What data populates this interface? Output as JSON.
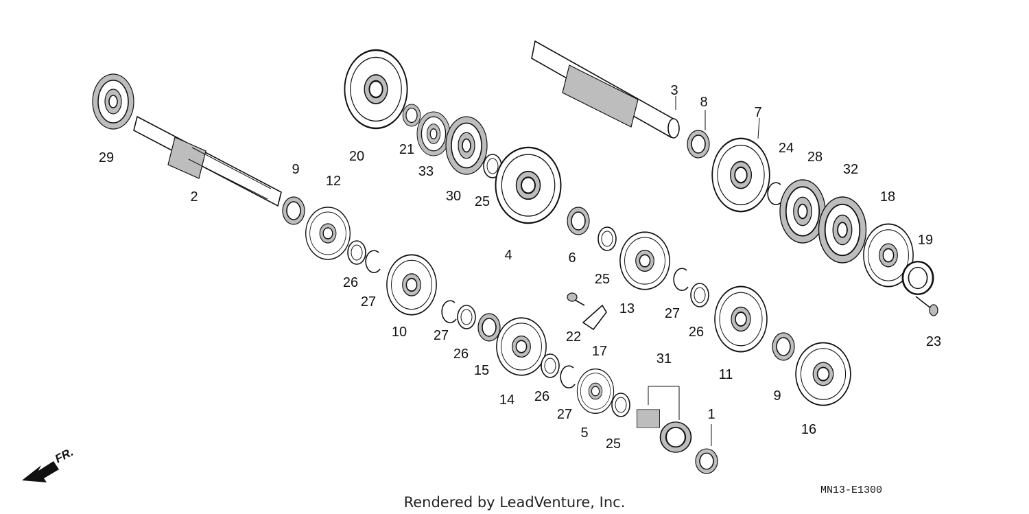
{
  "diagram": {
    "code": "MN13-E1300",
    "credit": "Rendered by LeadVenture, Inc.",
    "direction_marker": "FR.",
    "part_labels": [
      "1",
      "2",
      "3",
      "4",
      "5",
      "6",
      "7",
      "8",
      "9",
      "10",
      "11",
      "12",
      "13",
      "14",
      "15",
      "16",
      "17",
      "18",
      "19",
      "20",
      "21",
      "22",
      "23",
      "24",
      "25",
      "26",
      "27",
      "28",
      "29",
      "30",
      "31",
      "32",
      "33",
      "25",
      "26",
      "27",
      "25",
      "26",
      "27",
      "9",
      "26",
      "27"
    ]
  },
  "icons": {
    "gear": "gear-icon",
    "bearing": "ball-bearing-icon",
    "shaft": "shaft-icon",
    "collar": "collar-icon",
    "washer": "washer-icon",
    "circlip": "circlip-icon",
    "bolt": "bolt-icon",
    "arrow": "front-arrow-icon"
  }
}
